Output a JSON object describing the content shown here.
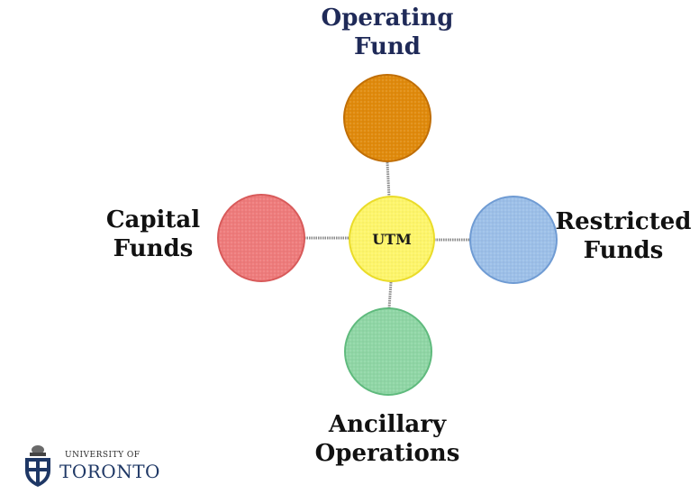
{
  "center": {
    "label": "UTM",
    "fill": "#fdf56a",
    "stroke": "#eadc2a"
  },
  "nodes": {
    "operating": {
      "lines": [
        "Operating",
        "Fund"
      ],
      "fill": "#e08a0c",
      "stroke": "#c06e05",
      "label_color": "#1f2a58"
    },
    "capital": {
      "lines": [
        "Capital",
        "Funds"
      ],
      "fill": "#ee7b7b",
      "stroke": "#d85a5a"
    },
    "restricted": {
      "lines": [
        "Restricted",
        "Funds"
      ],
      "fill": "#9cbfe8",
      "stroke": "#6f9bd3"
    },
    "ancillary": {
      "lines": [
        "Ancillary",
        "Operations"
      ],
      "fill": "#8fd6a5",
      "stroke": "#5fba7d"
    }
  },
  "logo": {
    "line1": "UNIVERSITY OF",
    "line2": "TORONTO",
    "crest_color": "#1e3765"
  }
}
